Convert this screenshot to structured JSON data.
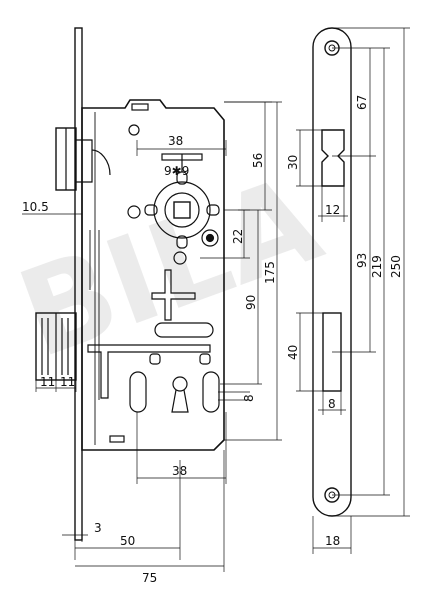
{
  "drawing": {
    "front_dimensions": {
      "d38_top": "38",
      "d9x9": "9✱9",
      "d56": "56",
      "d22": "22",
      "d90": "90",
      "d175": "175",
      "d8_mid": "8",
      "d38_bottom": "38",
      "d10_5": "10.5",
      "d11a": "11",
      "d11b": "11",
      "d3": "3",
      "d50": "50",
      "d75": "75"
    },
    "side_dimensions": {
      "d67": "67",
      "d30": "30",
      "d12": "12",
      "d93": "93",
      "d219": "219",
      "d250": "250",
      "d40": "40",
      "d8_side": "8",
      "d18": "18"
    },
    "watermark": "BILA"
  }
}
